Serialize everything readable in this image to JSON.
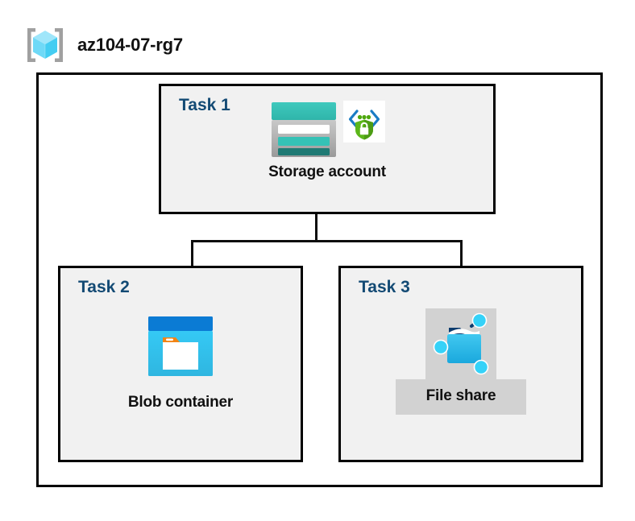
{
  "diagram": {
    "type": "azure-architecture-diagram",
    "resource_group": {
      "name": "az104-07-rg7",
      "icon": "resource-group-cube-icon"
    },
    "tasks": [
      {
        "id": "task1",
        "label": "Task 1",
        "node_caption": "Storage account",
        "icons": [
          "storage-account-icon",
          "security-shield-lock-icon"
        ],
        "has_caption_plate": false
      },
      {
        "id": "task2",
        "label": "Task 2",
        "node_caption": "Blob container",
        "icons": [
          "blob-container-icon"
        ],
        "has_caption_plate": false
      },
      {
        "id": "task3",
        "label": "Task 3",
        "node_caption": "File share",
        "icons": [
          "file-share-icon"
        ],
        "has_caption_plate": true
      }
    ],
    "connections": [
      {
        "from": "Storage account",
        "to": "Blob container"
      },
      {
        "from": "Storage account",
        "to": "File share"
      }
    ],
    "colors": {
      "task_label": "#134a74",
      "box_fill": "#f1f1f1",
      "box_border": "#000000",
      "page_background": "#ffffff",
      "caption_text": "#111111",
      "title_text": "#121212",
      "plate_gray": "#d2d2d2",
      "storage_teal": "#32bfb4",
      "storage_teal_dark": "#1f7a74",
      "blob_blue_dark": "#0078d4",
      "blob_cyan": "#32c5f4",
      "blob_orange": "#f5881f",
      "shield_green": "#59b516",
      "bracket_blue": "#0078d4",
      "cube_cyan": "#7fdcf7",
      "bracket_gray": "#a0a0a0"
    }
  }
}
